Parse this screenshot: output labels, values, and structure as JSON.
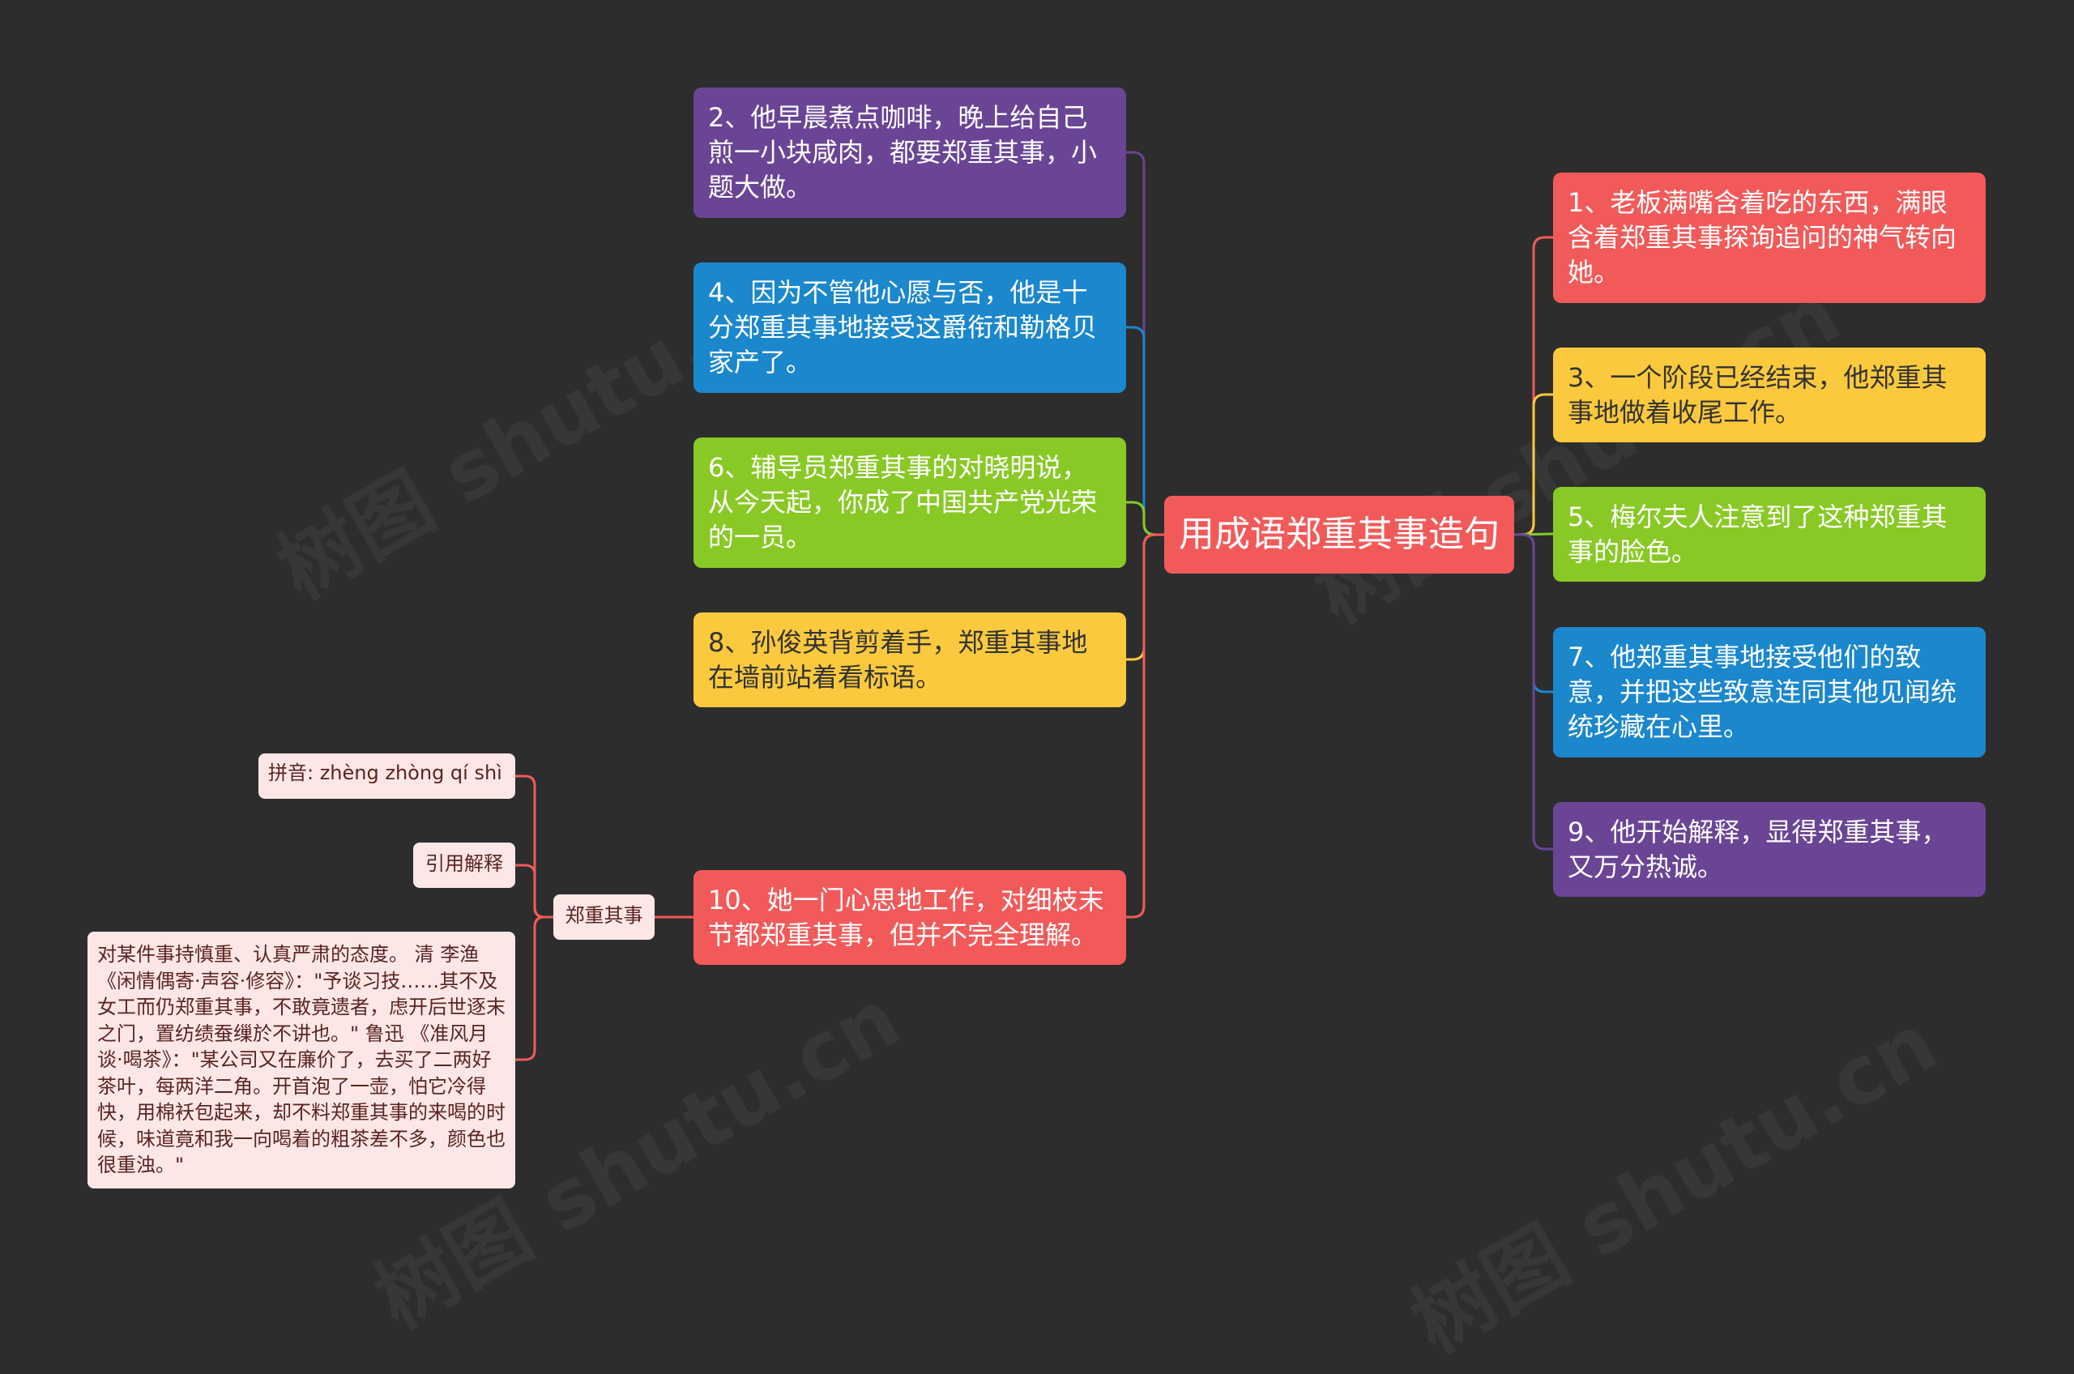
{
  "root": {
    "text": "用成语郑重其事造句"
  },
  "left_branches": [
    {
      "text": "2、他早晨煮点咖啡，晚上给自己煎一小块咸肉，都要郑重其事，小题大做。",
      "color": "#6a4595"
    },
    {
      "text": "4、因为不管他心愿与否，他是十分郑重其事地接受这爵衔和勒格贝家产了。",
      "color": "#1b87cd"
    },
    {
      "text": "6、辅导员郑重其事的对晓明说，从今天起，你成了中国共产党光荣的一员。",
      "color": "#89c926"
    },
    {
      "text": "8、孙俊英背剪着手，郑重其事地在墙前站着看标语。",
      "color": "#fbc93d"
    },
    {
      "text": "10、她一门心思地工作，对细枝末节都郑重其事，但并不完全理解。",
      "color": "#f25a5a"
    }
  ],
  "right_branches": [
    {
      "text": "1、老板满嘴含着吃的东西，满眼含着郑重其事探询追问的神气转向她。",
      "color": "#f25a5a"
    },
    {
      "text": "3、一个阶段已经结束，他郑重其事地做着收尾工作。",
      "color": "#fbc93d"
    },
    {
      "text": "5、梅尔夫人注意到了这种郑重其事的脸色。",
      "color": "#89c926"
    },
    {
      "text": "7、他郑重其事地接受他们的致意，并把这些致意连同其他见闻统统珍藏在心里。",
      "color": "#1b87cd"
    },
    {
      "text": "9、他开始解释，显得郑重其事，又万分热诚。",
      "color": "#6a4595"
    }
  ],
  "idiom": {
    "label": "郑重其事",
    "pinyin": "拼音: zhèng zhòng qí shì",
    "quote_label": "引用解释",
    "explanation": "对某件事持慎重、认真严肃的态度。 清 李渔 《闲情偶寄·声容·修容》：\"予谈习技……其不及女工而仍郑重其事，不敢竟遗者，虑开后世逐末之门，置纺绩蚕缫於不讲也。\" 鲁迅 《准风月谈·喝茶》：\"某公司又在廉价了，去买了二两好茶叶，每两洋二角。开首泡了一壶，怕它冷得快，用棉袄包起来，却不料郑重其事的来喝的时候，味道竟和我一向喝着的粗茶差不多，颜色也很重浊。\""
  },
  "watermark": {
    "text": "树图 shutu.cn"
  }
}
